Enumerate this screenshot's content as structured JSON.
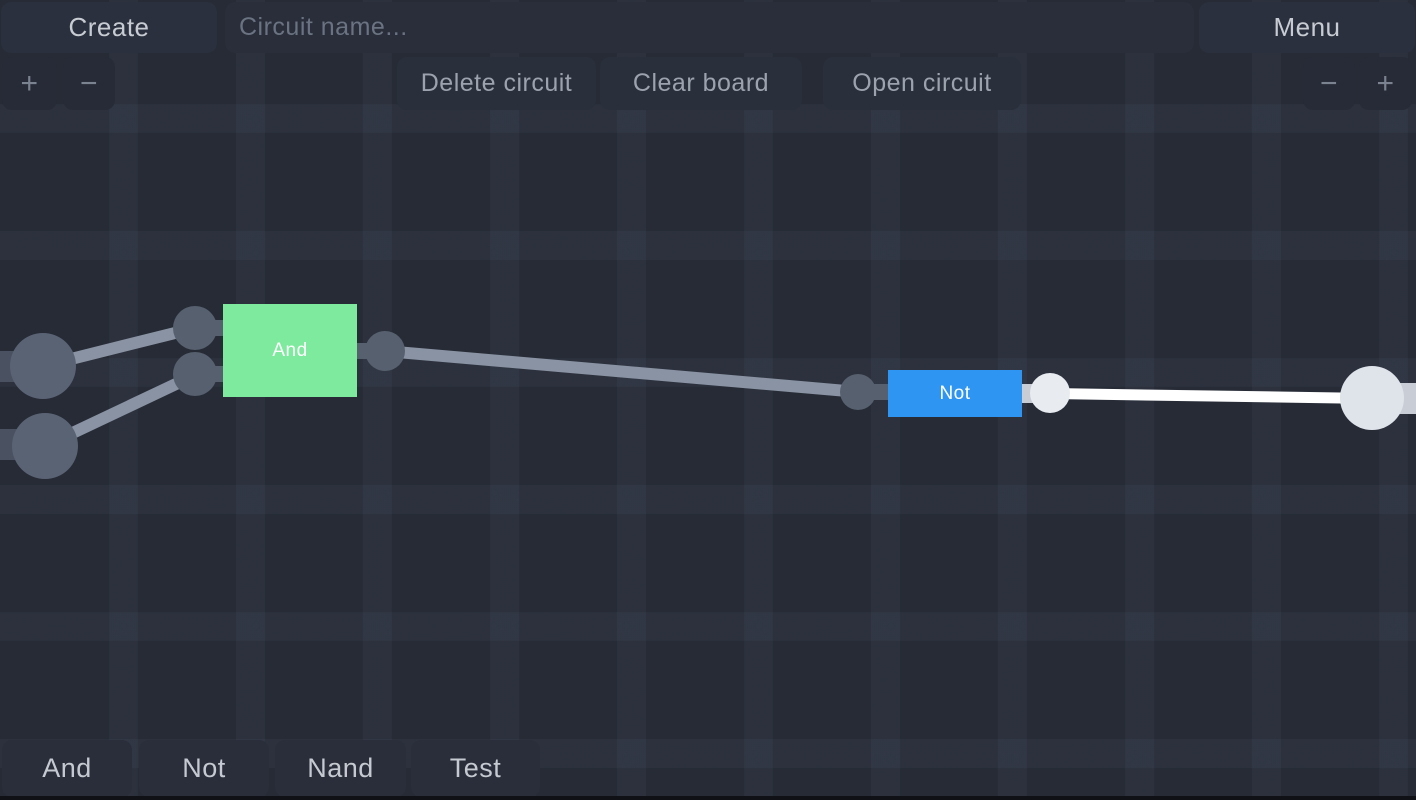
{
  "colors": {
    "background": "#262b36",
    "grid_line": "#2c313e",
    "panel_button_bg": "#2b303e",
    "input_bg": "#292e3a",
    "toolbar_button_bg": "#2a2f3c",
    "zoom_button_bg": "#272b37",
    "text_primary": "#c7cbd2",
    "text_secondary": "#9ca3ae",
    "placeholder_text": "#6b7382",
    "wire_off": "#8a93a3",
    "wire_on": "#ffffff",
    "node_off": "#57606f",
    "node_on": "#e8ebf0",
    "pin_off": "#5a6374",
    "pin_on": "#dfe3ea",
    "stub_off": "#4a5160",
    "stub_on": "#c9cdd5",
    "gate_and_color": "#7dea9e",
    "gate_not_color": "#2e96f2",
    "bottom_strip": "#0f1116"
  },
  "topbar": {
    "create_label": "Create",
    "circuit_name_placeholder": "Circuit name...",
    "circuit_name_value": "",
    "menu_label": "Menu"
  },
  "toolbar": {
    "delete_label": "Delete circuit",
    "clear_label": "Clear board",
    "open_label": "Open circuit",
    "zoom_in_label": "+",
    "zoom_out_label": "−"
  },
  "canvas": {
    "gates": [
      {
        "type": "and",
        "label": "And",
        "color": "#7dea9e",
        "inputs": 2,
        "outputs": 1,
        "output_state": "off"
      },
      {
        "type": "not",
        "label": "Not",
        "color": "#2e96f2",
        "inputs": 1,
        "outputs": 1,
        "output_state": "on"
      }
    ],
    "input_pins": 2,
    "output_pins": 1
  },
  "palette": {
    "items": [
      {
        "label": "And"
      },
      {
        "label": "Not"
      },
      {
        "label": "Nand"
      },
      {
        "label": "Test"
      }
    ]
  }
}
